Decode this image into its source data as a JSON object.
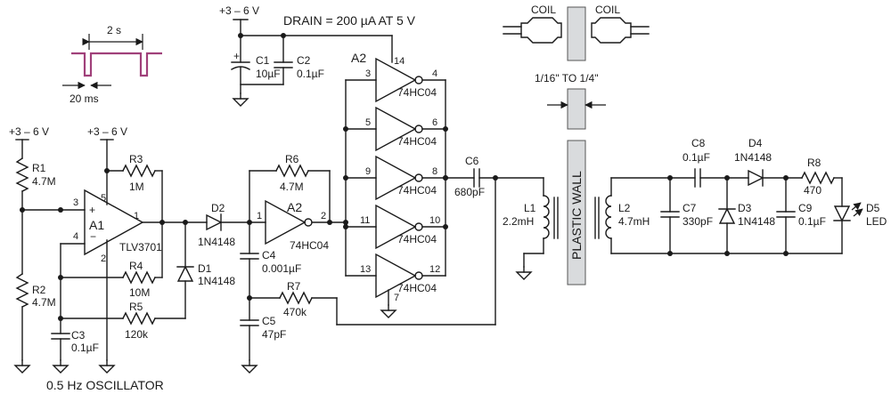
{
  "supplies": {
    "top": "+3 – 6 V",
    "r1_supply": "+3 – 6 V",
    "a1_supply": "+3 – 6 V"
  },
  "drain": "DRAIN = 200 µA AT 5 V",
  "timing": {
    "period": "2 s",
    "pulse": "20 ms"
  },
  "caption": "0.5 Hz OSCILLATOR",
  "components": {
    "r1": {
      "ref": "R1",
      "value": "4.7M"
    },
    "r2": {
      "ref": "R2",
      "value": "4.7M"
    },
    "r3": {
      "ref": "R3",
      "value": "1M"
    },
    "r4": {
      "ref": "R4",
      "value": "10M"
    },
    "r5": {
      "ref": "R5",
      "value": "120k"
    },
    "r6": {
      "ref": "R6",
      "value": "4.7M"
    },
    "r7": {
      "ref": "R7",
      "value": "470k"
    },
    "r8": {
      "ref": "R8",
      "value": "470"
    },
    "c1": {
      "ref": "C1",
      "value": "10µF"
    },
    "c2": {
      "ref": "C2",
      "value": "0.1µF"
    },
    "c3": {
      "ref": "C3",
      "value": "0.1µF"
    },
    "c4": {
      "ref": "C4",
      "value": "0.001µF"
    },
    "c5": {
      "ref": "C5",
      "value": "47pF"
    },
    "c6": {
      "ref": "C6",
      "value": "680pF"
    },
    "c7": {
      "ref": "C7",
      "value": "330pF"
    },
    "c8": {
      "ref": "C8",
      "value": "0.1µF"
    },
    "c9": {
      "ref": "C9",
      "value": "0.1µF"
    },
    "d1": {
      "ref": "D1",
      "value": "1N4148"
    },
    "d2": {
      "ref": "D2",
      "value": "1N4148"
    },
    "d3": {
      "ref": "D3",
      "value": "1N4148"
    },
    "d4": {
      "ref": "D4",
      "value": "1N4148"
    },
    "d5": {
      "ref": "D5",
      "value": "LED"
    },
    "l1": {
      "ref": "L1",
      "value": "2.2mH"
    },
    "l2": {
      "ref": "L2",
      "value": "4.7mH"
    },
    "a1": {
      "ref": "A1",
      "part": "TLV3701"
    },
    "a2": {
      "ref": "A2",
      "part": "74HC04"
    }
  },
  "gate_part": "74HC04",
  "pins": {
    "a1_plus": "3",
    "a1_v": "5",
    "a1_minus": "4",
    "a1_gnd": "2",
    "a1_out": "1",
    "a2_in": "1",
    "a2_out": "2",
    "g1_in": "3",
    "g1_out": "4",
    "vcc": "14",
    "g2_in": "5",
    "g2_out": "6",
    "g3_in": "9",
    "g3_out": "8",
    "g4_in": "11",
    "g4_out": "10",
    "g5_in": "13",
    "g5_out": "12",
    "gnd": "7"
  },
  "coil_left": "COIL",
  "coil_right": "COIL",
  "wall_thickness": "1/16\" TO 1/4\"",
  "wall_label": "PLASTIC WALL",
  "c1_polarity": "+"
}
